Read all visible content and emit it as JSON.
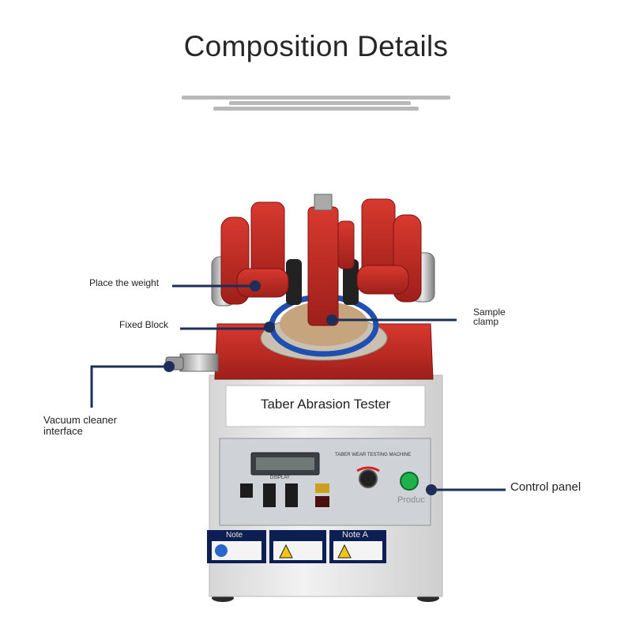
{
  "header": {
    "title": "Composition Details"
  },
  "callouts": {
    "place_weight": "Place the weight",
    "fixed_block": "Fixed Block",
    "vacuum_line1": "Vacuum cleaner",
    "vacuum_line2": "interface",
    "sample_line1": "Sample",
    "sample_line2": "clamp",
    "control_panel": "Control panel"
  },
  "machine": {
    "nameplate": "Taber Abrasion Tester",
    "panel_caption": "TABER WEAR TESTING MACHINE",
    "display_label": "DISPLAY",
    "product_label": "Produc",
    "note_left": "Note",
    "note_right": "Note A"
  },
  "colors": {
    "arm_red": "#c9302a",
    "base_red": "#a8221e",
    "ring_blue": "#1f4fb0",
    "leader_navy": "#1d2f58",
    "body_gray": "#ebebeb",
    "panel_gray": "#cfd2d6",
    "start_green": "#1fb24a"
  }
}
